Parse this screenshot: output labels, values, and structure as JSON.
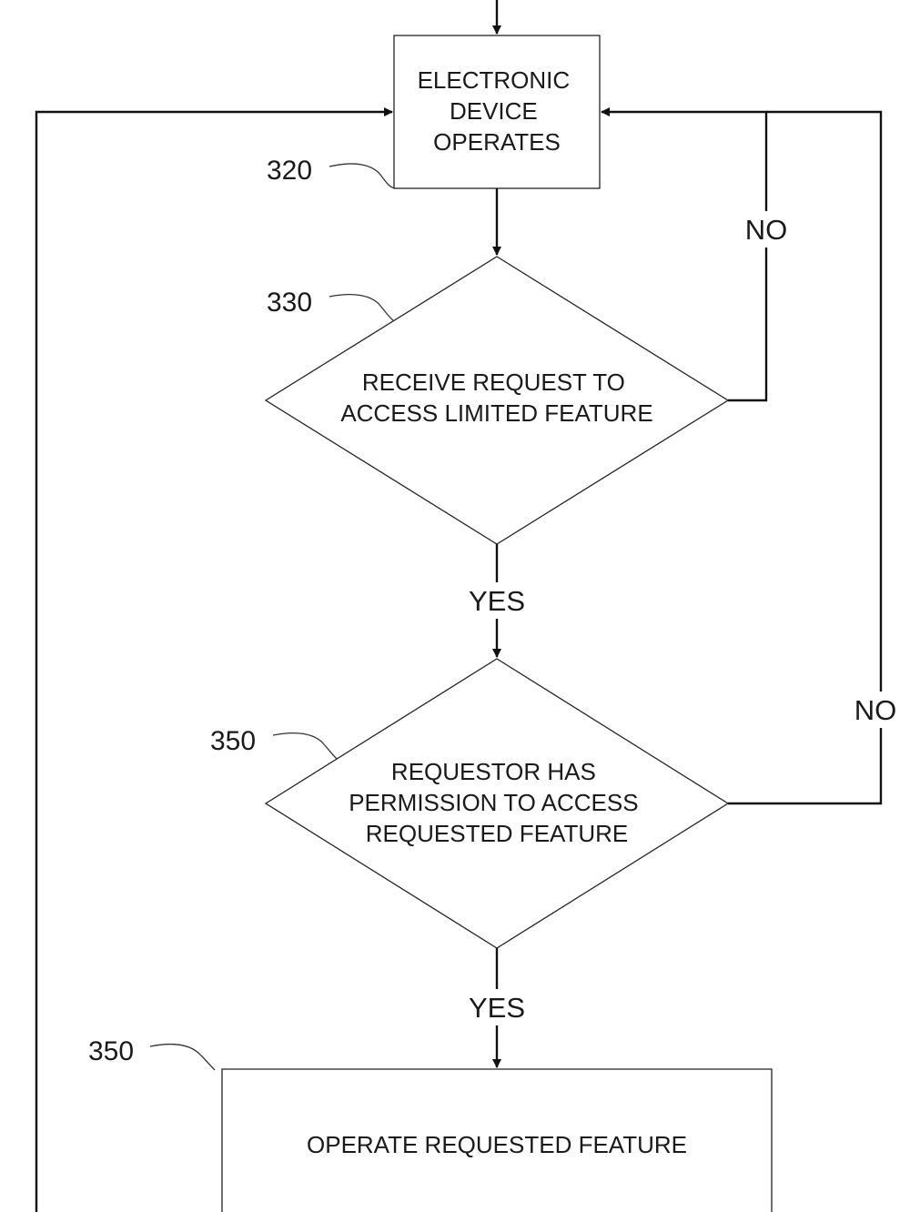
{
  "nodes": {
    "device_operates": {
      "lines": [
        "ELECTRONIC",
        "DEVICE",
        "OPERATES"
      ],
      "ref": "320"
    },
    "receive_request": {
      "lines": [
        "RECEIVE REQUEST TO",
        "ACCESS LIMITED FEATURE"
      ],
      "ref": "330"
    },
    "has_permission": {
      "lines": [
        "REQUESTOR HAS",
        "PERMISSION TO ACCESS",
        "REQUESTED FEATURE"
      ],
      "ref": "350"
    },
    "operate_feature": {
      "lines": [
        "OPERATE REQUESTED FEATURE"
      ],
      "ref": "350"
    }
  },
  "edges": {
    "receive_no": "NO",
    "receive_yes": "YES",
    "permission_no": "NO",
    "permission_yes": "YES"
  }
}
